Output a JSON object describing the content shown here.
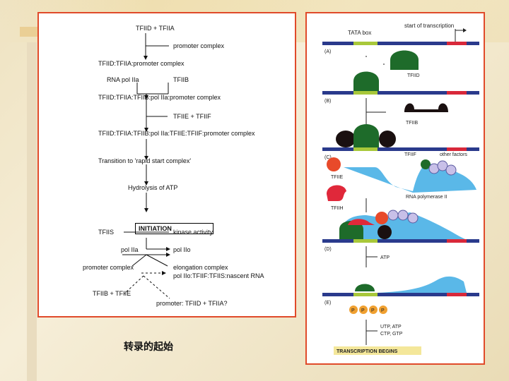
{
  "flowchart": {
    "tfiid_tfiia": "TFIID + TFIIA",
    "promoter_complex": "promoter complex",
    "tfiid_tfiia_promoter": "TFIID:TFIIA:promoter complex",
    "rna_pol": "RNA pol IIa",
    "tfiib": "TFIIB",
    "complex2": "TFIID:TFIIA:TFIIB:pol IIa:promoter complex",
    "tfiie_tfiif": "TFIIE + TFIIF",
    "complex3": "TFIID:TFIIA:TFIIB:pol IIa:TFIIE:TFIIF:promoter complex",
    "transition": "Transition to 'rapid start complex'",
    "hydrolysis": "Hydrolysis of ATP",
    "initiation": "INITIATION",
    "tfiis": "TFIIS",
    "kinase": "kinase activity",
    "pol_iia": "pol IIa",
    "pol_iio": "pol IIo",
    "promoter_complex2": "promoter complex",
    "elongation": "elongation complex",
    "elongation2": "pol IIo:TFIIF:TFIIS:nascent RNA",
    "tfiib_tfiie": "TFIIB + TFIIE",
    "promoter_end": "promoter: TFIID + TFIIA?"
  },
  "diagram": {
    "tata_box": "TATA box",
    "start_transcription": "start of transcription",
    "label_a": "(A)",
    "tfiid": "TFIID",
    "label_b": "(B)",
    "tfiib": "TFIIB",
    "label_c": "(C)",
    "tfiif": "TFIIF",
    "other_factors": "other factors",
    "tfiie": "TFIIE",
    "rna_pol2": "RNA polymerase II",
    "tfiih": "TFIIH",
    "label_d": "(D)",
    "atp": "ATP",
    "label_e": "(E)",
    "phospho": "P",
    "utp_atp": "UTP, ATP",
    "ctp_gtp": "CTP, GTP",
    "begins": "TRANSCRIPTION BEGINS"
  },
  "caption": "转录的起始",
  "colors": {
    "frame": "#e04a2a",
    "dna_blue": "#2a3a8c",
    "tata_green": "#a8c83a",
    "start_red": "#d8283a",
    "tfiid_green": "#1e6b2a",
    "pol_blue": "#5ab8e8",
    "tfiib_black": "#1a1010",
    "tfiie_red": "#e84a2a",
    "tfiih_red": "#e0283a",
    "factor_purple": "#c8c0e8",
    "phospho_orange": "#f0a030"
  }
}
